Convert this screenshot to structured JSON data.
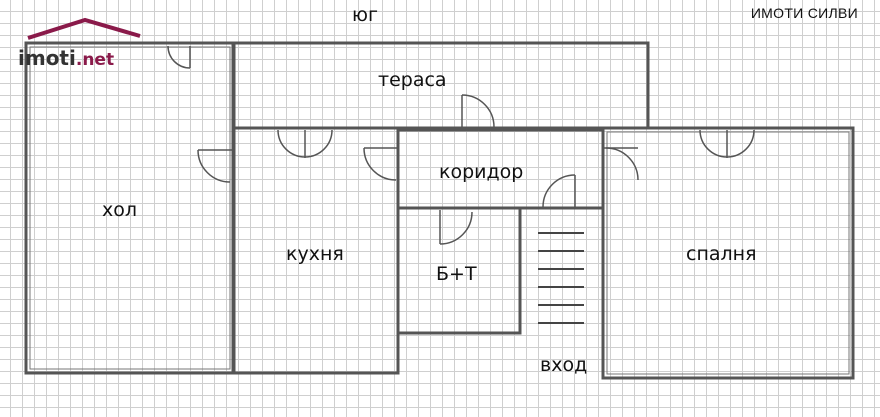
{
  "orientation_label": "юг",
  "agency": "ИМОТИ СИЛВИ",
  "logo": {
    "main": "imoti",
    "tld": ".net"
  },
  "rooms": {
    "terrace": "тераса",
    "living": "хол",
    "corridor": "коридор",
    "kitchen": "кухня",
    "bathroom": "Б+Т",
    "bedroom": "спалня",
    "entrance": "вход"
  },
  "colors": {
    "wall": "#555555",
    "grid": "#cfcfcf",
    "logo_accent": "#8a1a4a"
  }
}
